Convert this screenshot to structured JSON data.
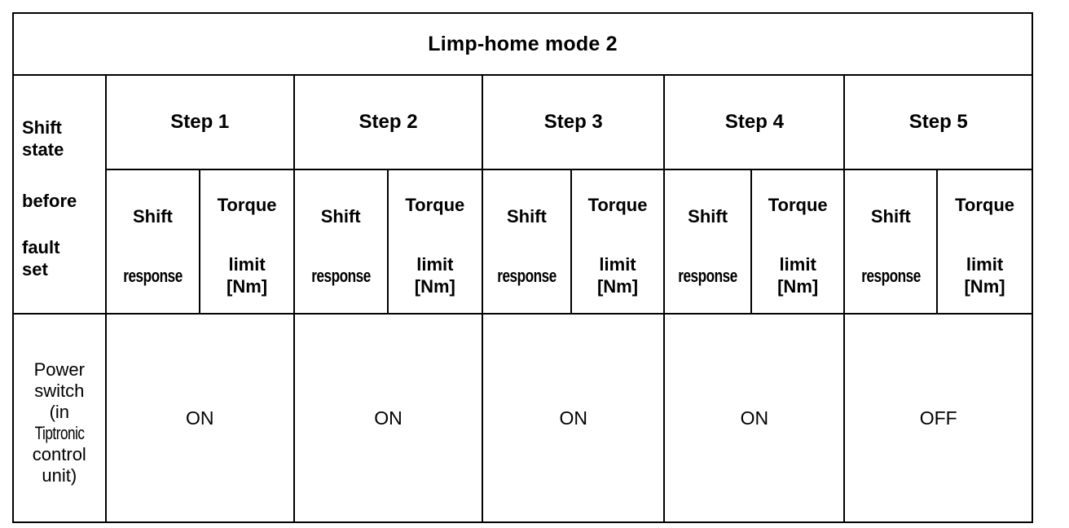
{
  "table": {
    "title": "Limp-home mode 2",
    "stub": {
      "line1": "Shift",
      "line2": "state",
      "line3": "before",
      "line4": "fault",
      "line5": "set"
    },
    "steps": [
      {
        "label": "Step 1"
      },
      {
        "label": "Step 2"
      },
      {
        "label": "Step 3"
      },
      {
        "label": "Step 4"
      },
      {
        "label": "Step 5"
      }
    ],
    "subheaders": {
      "shift_top": "Shift",
      "shift_bottom": "response",
      "torque_top": "Torque",
      "torque_mid": "limit",
      "torque_unit": "[Nm]"
    },
    "rows": [
      {
        "stub": {
          "l1": "Power",
          "l2": "switch",
          "l3": "(in",
          "l4": "Tiptronic",
          "l5": "control",
          "l6": "unit)"
        },
        "values": [
          "ON",
          "ON",
          "ON",
          "ON",
          "OFF"
        ]
      }
    ]
  },
  "colors": {
    "border": "#000000",
    "text": "#000000",
    "background": "#ffffff"
  }
}
